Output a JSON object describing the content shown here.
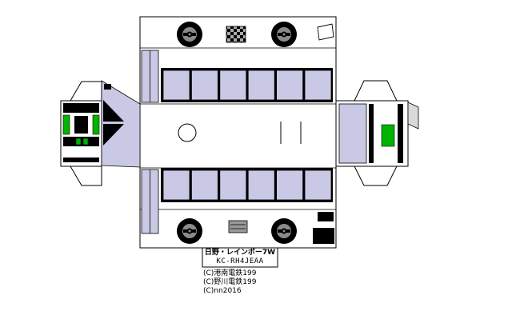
{
  "labels": {
    "title": "日野・レインボー7W",
    "model_code": "KC-RH4JEAA",
    "credits": [
      "(C)港南電鉄199",
      "(C)野川電鉄199",
      "(C)nn2016"
    ]
  },
  "colors": {
    "window": "#c9c9e6",
    "accent_green": "#00b400",
    "tab": "#d9d9d9",
    "band": "#000000",
    "body": "#ffffff",
    "outline": "#000000",
    "wheel_hub": "#8a8a8a"
  }
}
